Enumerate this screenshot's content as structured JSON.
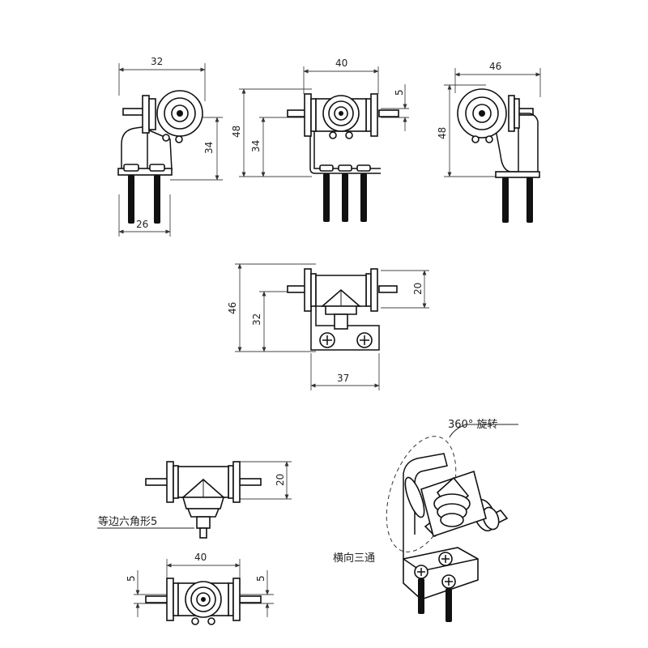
{
  "dimensions": {
    "a_top_width": "32",
    "a_bottom_width": "26",
    "a_height": "34",
    "b_top_width": "40",
    "b_outer_height": "48",
    "b_inner_height": "34",
    "b_offset": "5",
    "c_top_width": "46",
    "c_height": "48",
    "d_outer_height": "46",
    "d_inner_height": "32",
    "d_top_height": "20",
    "d_bottom_width": "37",
    "e_height": "20",
    "f_width": "40",
    "f_left_offset": "5",
    "f_right_offset": "5"
  },
  "annotations": {
    "hex_note": "等边六角形5",
    "rotation_note": "360° 旋转",
    "tee_note": "横向三通"
  },
  "colors": {
    "line": "#111111",
    "dimension": "#444444",
    "background": "#ffffff"
  }
}
